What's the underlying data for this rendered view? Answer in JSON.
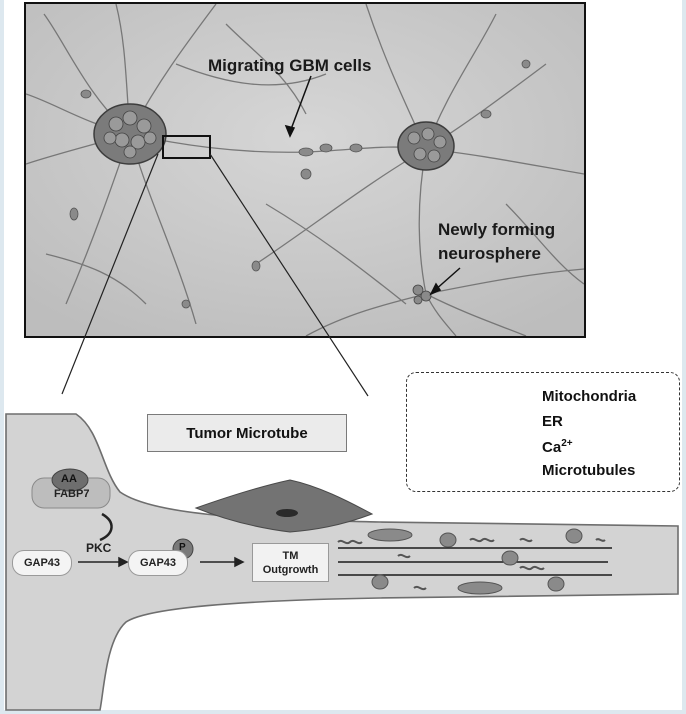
{
  "micrograph": {
    "label_migrating": "Migrating GBM cells",
    "label_newly_line1": "Newly forming",
    "label_newly_line2": "neurosphere"
  },
  "diagram": {
    "title": "Tumor Microtube",
    "aa": "AA",
    "fabp7": "FABP7",
    "pkc": "PKC",
    "gap43_left": "GAP43",
    "gap43_right": "GAP43",
    "p": "P",
    "tm_line1": "TM",
    "tm_line2": "Outgrowth"
  },
  "legend": {
    "mitochondria": "Mitochondria",
    "er": "ER",
    "ca": "Ca",
    "ca_sup": "2+",
    "microtubules": "Microtubules"
  },
  "colors": {
    "tube_fill": "#d2d2d2",
    "cell_fill": "#6e6e6e",
    "organelle_fill": "#8a8a8a"
  }
}
